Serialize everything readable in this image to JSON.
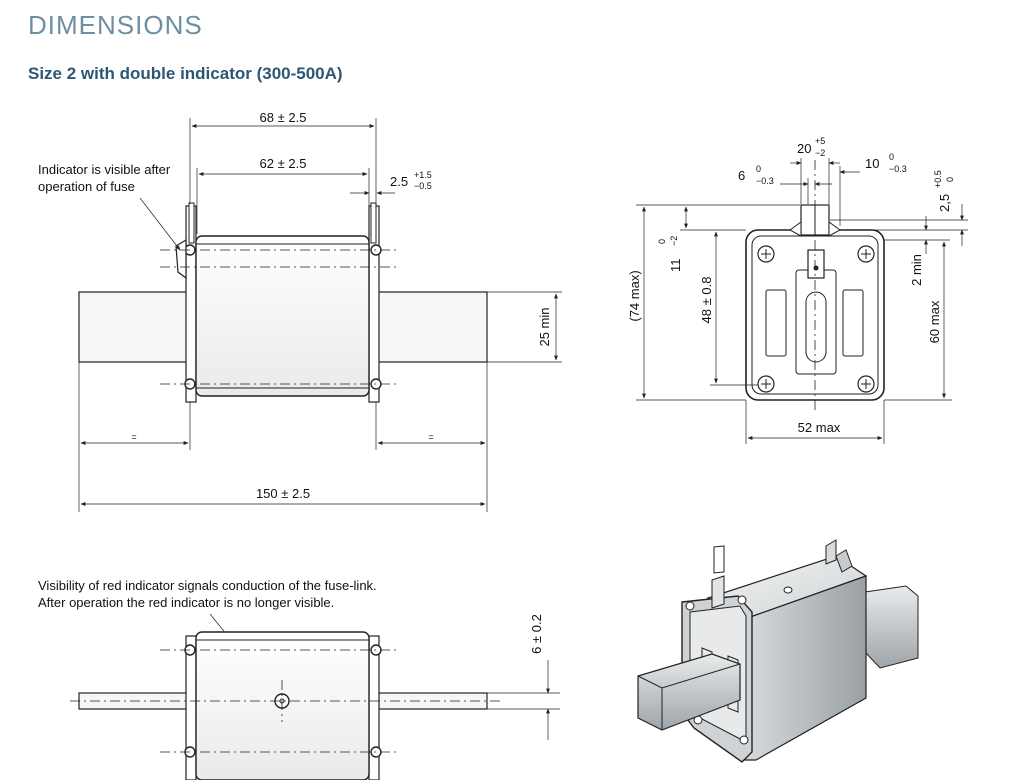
{
  "header": {
    "title": "DIMENSIONS",
    "subtitle": "Size 2 with double indicator (300-500A)"
  },
  "side_view": {
    "dim_68": "68 ± 2.5",
    "dim_62": "62 ± 2.5",
    "dim_25_5": "2.5",
    "dim_25_5_tol_upper": "+1.5",
    "dim_25_5_tol_lower": "−0.5",
    "dim_25min": "25 min",
    "dim_150": "150 ± 2.5",
    "dim_left_small": "=",
    "dim_right_small": "=",
    "note_indicator": [
      "Indicator is visible after",
      "operation of fuse"
    ]
  },
  "end_view": {
    "dim_20": "20",
    "dim_20_tol_upper": "+5",
    "dim_20_tol_lower": "−2",
    "dim_6": "6",
    "dim_6_tol_upper": "0",
    "dim_6_tol_lower": "−0.3",
    "dim_10": "10",
    "dim_10_tol_upper": "0",
    "dim_10_tol_lower": "−0.3",
    "dim_2_5": "2,5",
    "dim_2_5_tol_upper": "+0.5",
    "dim_2_5_tol_lower": "0",
    "dim_74max": "(74 max)",
    "dim_11": "11",
    "dim_11_tol_upper": "0",
    "dim_11_tol_lower": "−2",
    "dim_48": "48 ± 0.8",
    "dim_2min": "2 min",
    "dim_60max": "60 max",
    "dim_52max": "52 max"
  },
  "top_view": {
    "note_visibility": [
      "Visibility of red indicator signals conduction of the fuse-link.",
      "After operation the red indicator is no longer visible."
    ],
    "dim_6": "6 ± 0.2"
  },
  "colors": {
    "title": "#6e8fa3",
    "subtitle": "#2d5872",
    "line": "#222222",
    "body_gray": "#d9dcdd"
  }
}
